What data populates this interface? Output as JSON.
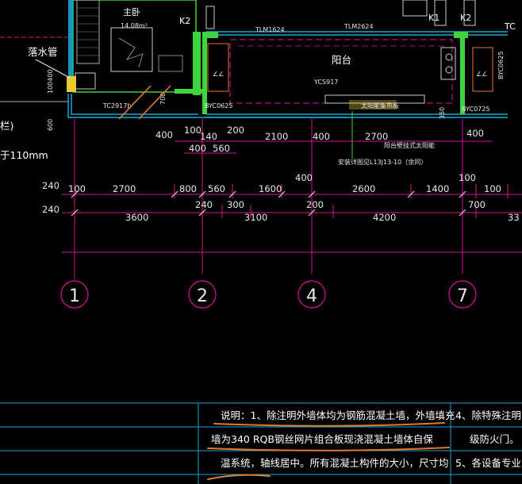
{
  "labels": {
    "room_bedroom": "主卧",
    "room_area": "14.08m²",
    "drain_pipe": "落水管",
    "balcony": "阳台",
    "k2_left": "K2",
    "k1": "K1",
    "k2_right": "K2",
    "tlm1624": "TLM1624",
    "tlm2624": "TLM2624",
    "ycs917": "YCS917",
    "tc2917b": "TC2917b",
    "byc0625": "BYC0625",
    "byc0725": "BYC0725",
    "rail_note": "阳台壁挂式太阳能",
    "rail_ref": "安装详图见L13J13-10（余同）",
    "solar_box": "太阳能集热板",
    "left_top_frag": "100400",
    "left_600": "600",
    "left_paren": "栏)",
    "left_110": "于110mm",
    "seven_hundred": "700",
    "three_fifty": "350",
    "right_tc": "TC",
    "right_vert": "BYC0625"
  },
  "dims": {
    "row1": [
      "400",
      "100",
      "140",
      "200",
      "2100",
      "400",
      "2700",
      "400"
    ],
    "row1b": [
      "400",
      "560"
    ],
    "row2": [
      "240",
      "100",
      "2700",
      "800",
      "560",
      "1600",
      "400",
      "2600",
      "1400",
      "100",
      "100"
    ],
    "row3": [
      "240",
      "3600",
      "240",
      "300",
      "3100",
      "200",
      "4200",
      "700",
      "33"
    ]
  },
  "axes": [
    "1",
    "2",
    "4",
    "7"
  ],
  "notes": {
    "line1": "说明：1、除注明外墙体均为钢筋混凝土墙，外墙填充",
    "line2": "墙为340 RQB钢丝网片组合板现浇混凝土墙体自保",
    "line3": "温系统，轴线居中。所有混凝土构件的大小，尺寸均",
    "right1": "4、除特殊注明",
    "right2": "级防火门。",
    "right3": "5、各设备专业"
  },
  "colors": {
    "wall": "#19a8d8",
    "green": "#3fd33f",
    "magenta": "#e0109a",
    "yellow": "#e8c830",
    "annotate": "#e57a2a"
  }
}
